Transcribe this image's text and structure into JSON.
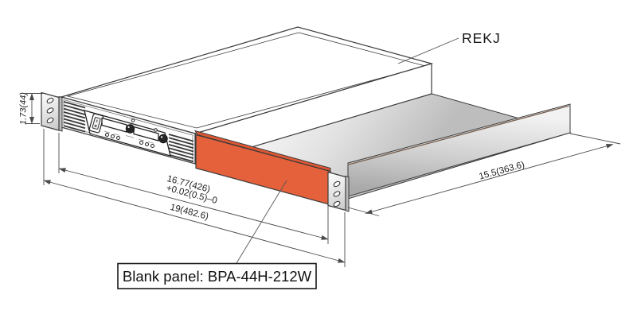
{
  "figure": {
    "product_label": "REKJ",
    "callout": {
      "text": "Blank panel: BPA-44H-212W"
    },
    "dimensions": {
      "height": "1.73(44)",
      "opening_width": "16.77(426)",
      "opening_width_tolerance": "+0.02(0.5)–0",
      "overall_width": "19(482.6)",
      "depth": "15.5(363.6)"
    },
    "colors": {
      "blank_panel_fill": "#E5613B",
      "blank_panel_bevel": "#DE5733",
      "outline": "#3B3B3B",
      "dimension_line": "#4A4A4A"
    }
  }
}
